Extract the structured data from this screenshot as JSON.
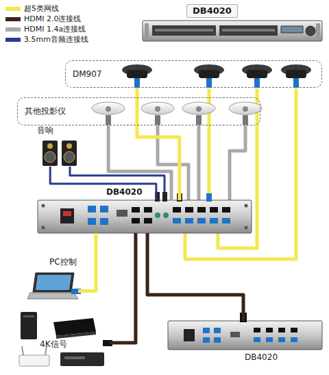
{
  "diagram": {
    "nodes": [
      {
        "text": [
          "DB4020"
        ]
      },
      {
        "text": [
          "DM907"
        ]
      },
      {
        "text": [
          "其他投影仪"
        ]
      },
      {
        "text": [
          "音响"
        ]
      },
      {
        "text": [
          "DB4020"
        ]
      },
      {
        "text": [
          "PC控制"
        ]
      },
      {
        "text": [
          "4K信号"
        ]
      },
      {
        "text": [
          "DB4020"
        ]
      }
    ],
    "edges": [
      {
        "from": 1,
        "to": 4,
        "arrow": "none"
      },
      {
        "from": 2,
        "to": 4,
        "arrow": "none"
      },
      {
        "from": 3,
        "to": 4,
        "arrow": "none"
      },
      {
        "from": 4,
        "to": 5,
        "arrow": "none"
      },
      {
        "from": 6,
        "to": 4,
        "arrow": "none"
      },
      {
        "from": 4,
        "to": 7,
        "arrow": "none"
      }
    ],
    "legend": [
      {
        "text": "超5类网线",
        "color": "#f2e94e"
      },
      {
        "text": "HDMI 2.0连接线",
        "color": "#3b2316"
      },
      {
        "text": "HDMI 1.4a连接线",
        "color": "#a9a9a9"
      },
      {
        "text": "3.5mm音频连接线",
        "color": "#2b3990"
      }
    ]
  }
}
